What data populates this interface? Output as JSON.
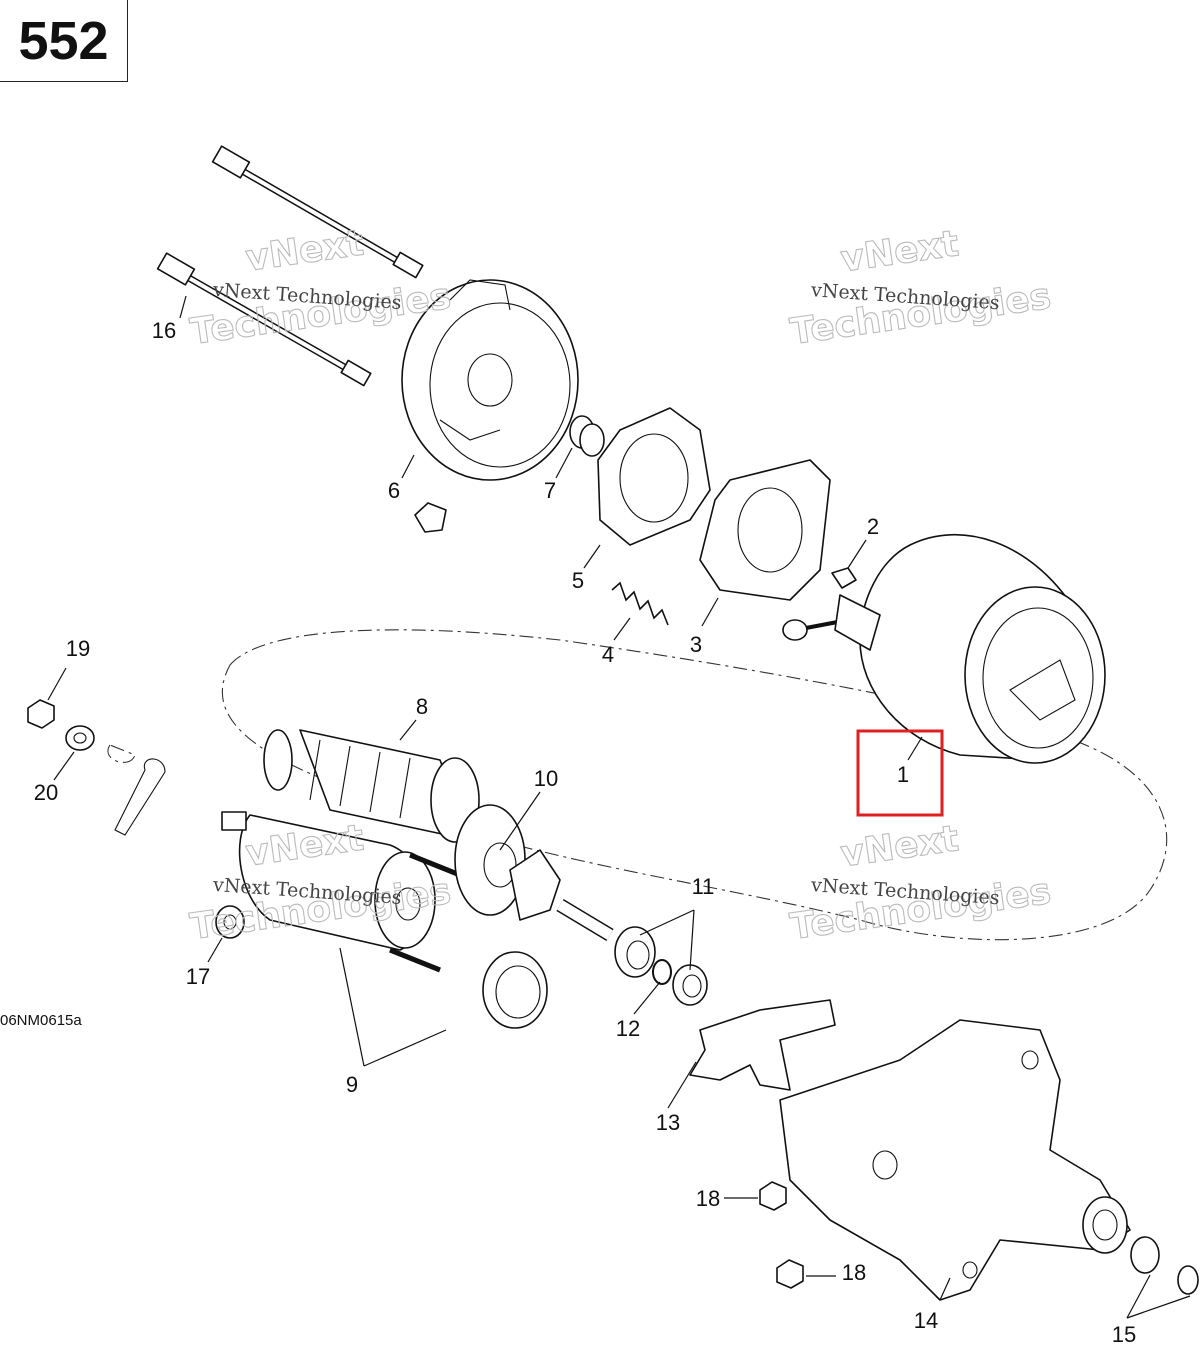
{
  "page_number": "552",
  "drawing_reference": "06NM0615a",
  "watermark_small": "vNext Technologies",
  "watermark_big_line1": "vNext",
  "watermark_big_line2": "Technologies",
  "highlight_color": "#e02020",
  "callouts": [
    "1",
    "2",
    "3",
    "4",
    "5",
    "6",
    "7",
    "8",
    "9",
    "10",
    "11",
    "12",
    "13",
    "14",
    "15",
    "16",
    "17",
    "18",
    "18",
    "19",
    "20"
  ],
  "highlighted_callout": "1"
}
